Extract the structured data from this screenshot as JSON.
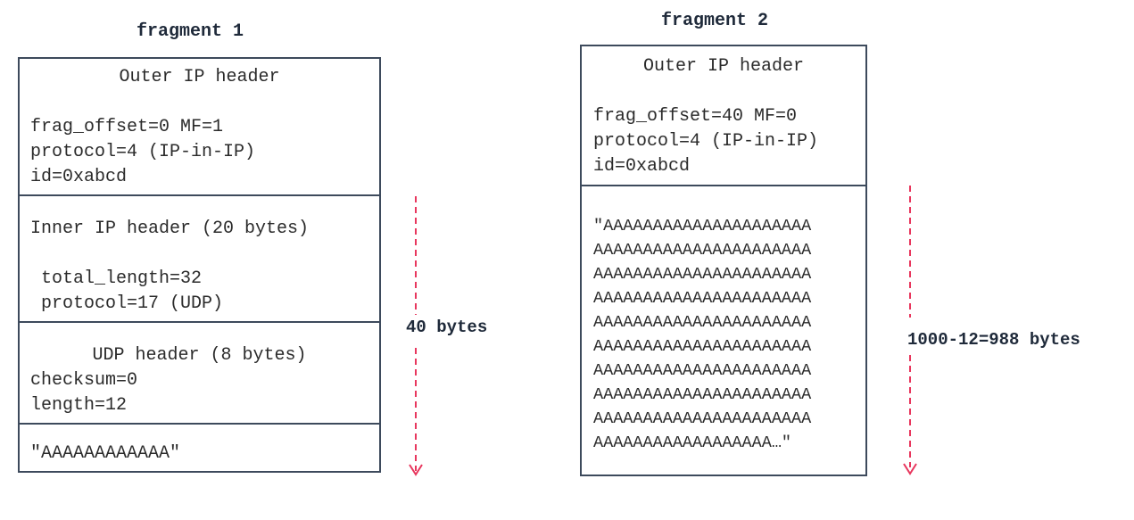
{
  "fragment1": {
    "title": "fragment 1",
    "outer": {
      "heading": "Outer IP header",
      "lines": [
        "frag_offset=0 MF=1",
        "protocol=4 (IP-in-IP)",
        "id=0xabcd"
      ]
    },
    "inner": {
      "heading": "Inner IP header (20 bytes)",
      "lines": [
        " total_length=32",
        " protocol=17 (UDP)"
      ]
    },
    "udp": {
      "heading": "UDP header (8 bytes)",
      "lines": [
        "checksum=0",
        "length=12"
      ]
    },
    "payload": "\"AAAAAAAAAAAA\"",
    "size_label": "40 bytes"
  },
  "fragment2": {
    "title": "fragment 2",
    "outer": {
      "heading": "Outer IP header",
      "lines": [
        "frag_offset=40 MF=0",
        "protocol=4 (IP-in-IP)",
        "id=0xabcd"
      ]
    },
    "payload_lines": [
      "\"AAAAAAAAAAAAAAAAAAAAA",
      "AAAAAAAAAAAAAAAAAAAAAA",
      "AAAAAAAAAAAAAAAAAAAAAA",
      "AAAAAAAAAAAAAAAAAAAAAA",
      "AAAAAAAAAAAAAAAAAAAAAA",
      "AAAAAAAAAAAAAAAAAAAAAA",
      "AAAAAAAAAAAAAAAAAAAAAA",
      "AAAAAAAAAAAAAAAAAAAAAA",
      "AAAAAAAAAAAAAAAAAAAAAA",
      "AAAAAAAAAAAAAAAAAA…\""
    ],
    "size_label": "1000-12=988 bytes"
  },
  "colors": {
    "arrow": "#e8365d",
    "border": "#3d4a5c",
    "title": "#1f2a3a"
  }
}
